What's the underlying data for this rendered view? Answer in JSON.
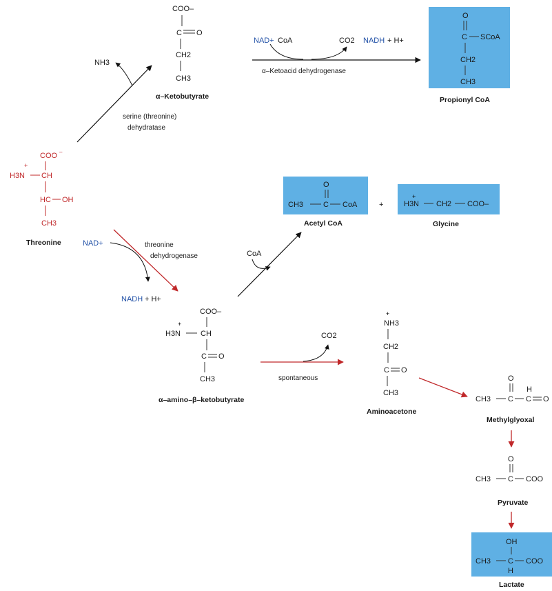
{
  "colors": {
    "threonine": "#c0282a",
    "cofactor": "#1f4fa6",
    "box": "#5fb0e4",
    "arrow_black": "#111111",
    "arrow_red": "#c0282a"
  },
  "molecules": {
    "ketobutyrate": {
      "name": "α–Ketobutyrate",
      "coo": "COO–",
      "c_co": "C",
      "o": "O",
      "ch2": "CH2",
      "ch3": "CH3"
    },
    "propionyl_coa": {
      "name": "Propionyl CoA",
      "o": "O",
      "c": "C",
      "scoa": "SCoA",
      "ch2": "CH2",
      "ch3": "CH3"
    },
    "threonine": {
      "name": "Threonine",
      "coo": "COO",
      "coo_sup": "–",
      "h3n": "H3N",
      "ch": "CH",
      "hc": "HC",
      "oh": "OH",
      "ch3": "CH3"
    },
    "acetyl_coa": {
      "name": "Acetyl CoA",
      "ch3": "CH3",
      "c": "C",
      "coa": "CoA",
      "o": "O"
    },
    "plus": "+",
    "glycine": {
      "name": "Glycine",
      "h3n": "H3N",
      "ch2": "CH2",
      "coo": "COO–"
    },
    "amino_ketobutyrate": {
      "name": "α–amino–β–ketobutyrate",
      "coo": "COO–",
      "h3n": "H3N",
      "ch": "CH",
      "c": "C",
      "o": "O",
      "ch3": "CH3"
    },
    "aminoacetone": {
      "name": "Aminoacetone",
      "nh3": "NH3",
      "ch2": "CH2",
      "c": "C",
      "o": "O",
      "ch3": "CH3"
    },
    "methylglyoxal": {
      "name": "Methylglyoxal",
      "ch3": "CH3",
      "c": "C",
      "o_top": "O",
      "h": "H",
      "c2": "C",
      "o": "O"
    },
    "pyruvate": {
      "name": "Pyruvate",
      "ch3": "CH3",
      "c": "C",
      "o": "O",
      "coo": "COO"
    },
    "lactate": {
      "name": "Lactate",
      "oh": "OH",
      "ch3": "CH3",
      "c": "C",
      "h": "H",
      "coo": "COO"
    }
  },
  "reactions": {
    "dehydratase": {
      "enzyme_line1": "serine (threonine)",
      "enzyme_line2": "dehydratase",
      "byproduct": "NH3"
    },
    "ketoacid": {
      "enzyme": "α–Ketoacid dehydrogenase",
      "nad": "NAD+",
      "coa": "CoA",
      "co2": "CO2",
      "nadh": "NADH",
      "nadh_suffix": "+ H+"
    },
    "threonine_dh": {
      "enzyme_line1": "threonine",
      "enzyme_line2": "dehydrogenase",
      "nad": "NAD+",
      "nadh": "NADH",
      "nadh_suffix": "+ H+"
    },
    "cleavage": {
      "coa": "CoA"
    },
    "spontaneous": {
      "label": "spontaneous",
      "co2": "CO2"
    }
  }
}
